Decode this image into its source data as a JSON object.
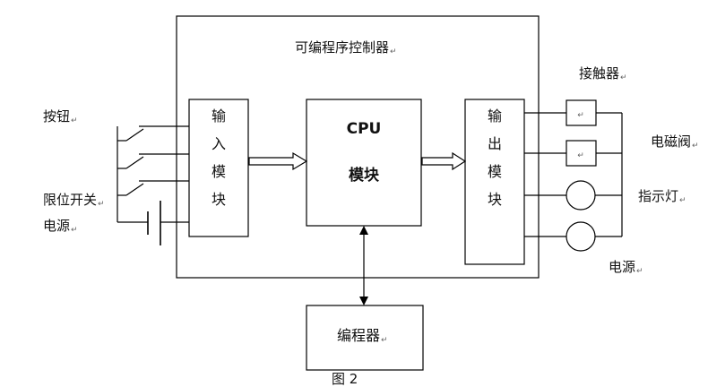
{
  "title": "可编程序控制器",
  "modules": {
    "input": [
      "输",
      "入",
      "模",
      "块"
    ],
    "cpu": [
      "CPU",
      "模块"
    ],
    "output": [
      "输",
      "出",
      "模",
      "块"
    ],
    "programmer": "编程器"
  },
  "left_labels": {
    "button": "按钮",
    "limit_switch": "限位开关",
    "power": "电源"
  },
  "right_labels": {
    "contactor": "接触器",
    "solenoid_valve": "电磁阀",
    "indicator_light": "指示灯",
    "power": "电源"
  },
  "caption": "图 2",
  "para_mark": "↵"
}
